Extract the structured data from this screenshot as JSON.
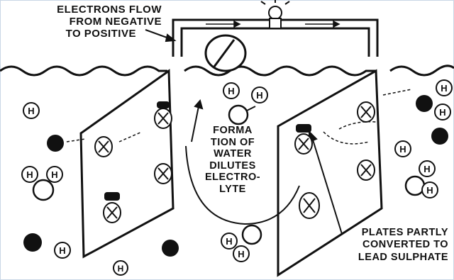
{
  "labels": {
    "electron_flow": [
      "ELECTRONS FLOW",
      "FROM NEGATIVE",
      "TO POSITIVE"
    ],
    "water_formation": [
      "FORMA",
      "TION OF",
      "WATER",
      "DILUTES",
      "ELECTRO-",
      "LYTE"
    ],
    "plates": [
      "PLATES PARTLY",
      "CONVERTED TO",
      "LEAD SULPHATE"
    ]
  },
  "particles": {
    "hydrogen_symbol": "H",
    "bulb_symbol": "–"
  },
  "colors": {
    "ink": "#111111",
    "background": "#ffffff",
    "border": "#c9d6e6"
  }
}
